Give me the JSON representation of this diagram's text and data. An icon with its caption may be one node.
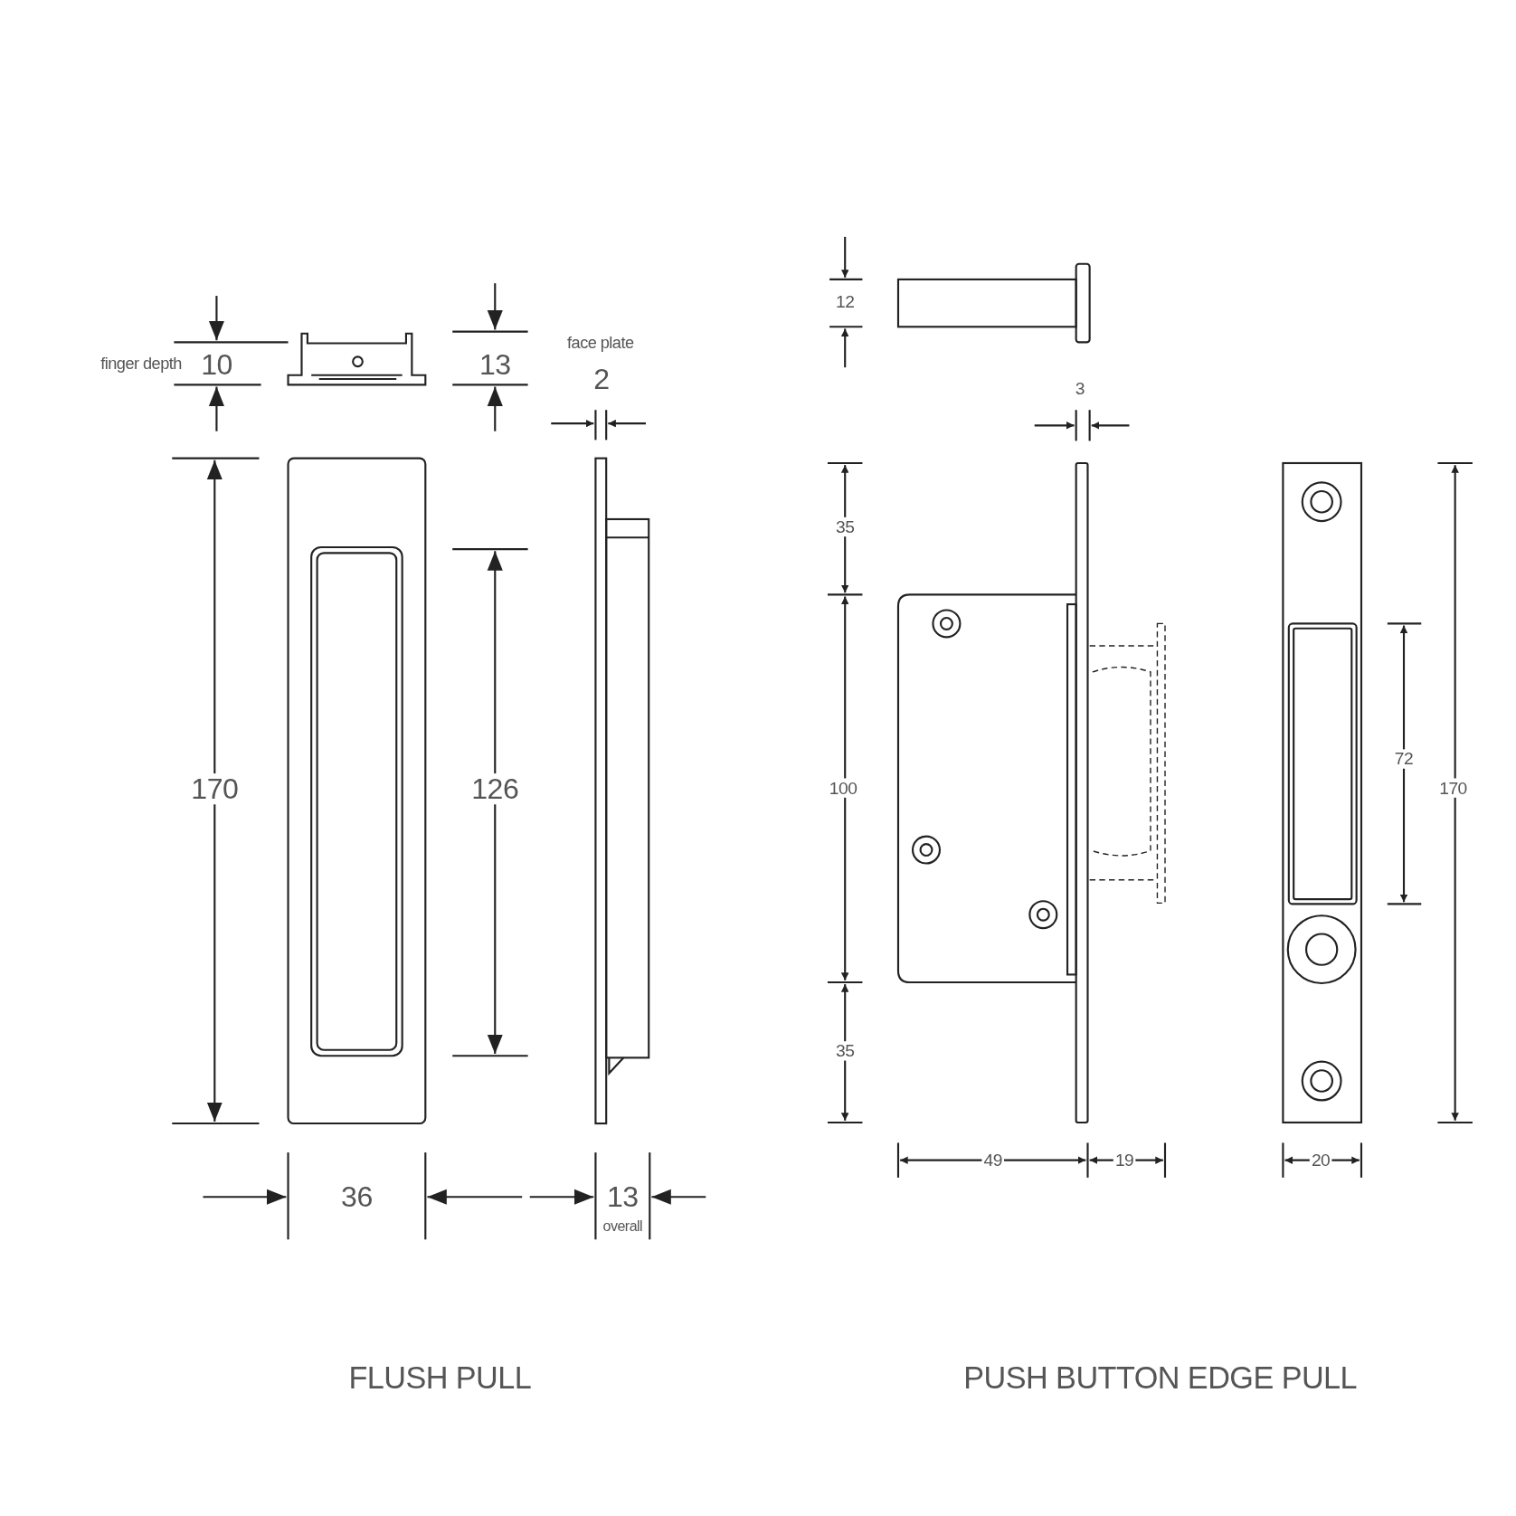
{
  "diagram": {
    "labels": [
      "finger depth",
      "10",
      "13",
      "face plate",
      "2",
      "12",
      "3",
      "35",
      "170",
      "126",
      "100",
      "72",
      "170",
      "35",
      "36",
      "13",
      "overall",
      "49",
      "19",
      "20",
      "FLUSH PULL",
      "PUSH BUTTON EDGE PULL"
    ]
  }
}
